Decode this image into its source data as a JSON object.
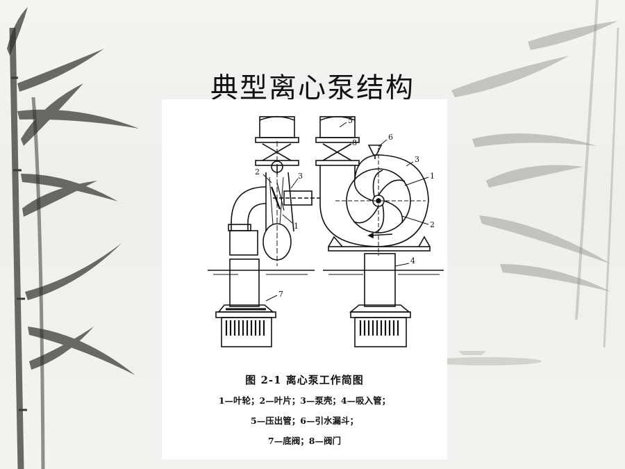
{
  "slide": {
    "title": "典型离心泵结构"
  },
  "figure": {
    "caption_title": "图 2-1    离心泵工作简图",
    "legend_lines": [
      "1—叶轮；2—叶片；3—泵壳；4—吸入管；",
      "5—压出管；6—引水漏斗；",
      "7—底阀；8—阀门"
    ],
    "callouts": [
      "1",
      "2",
      "3",
      "4",
      "5",
      "6",
      "7",
      "8"
    ]
  }
}
